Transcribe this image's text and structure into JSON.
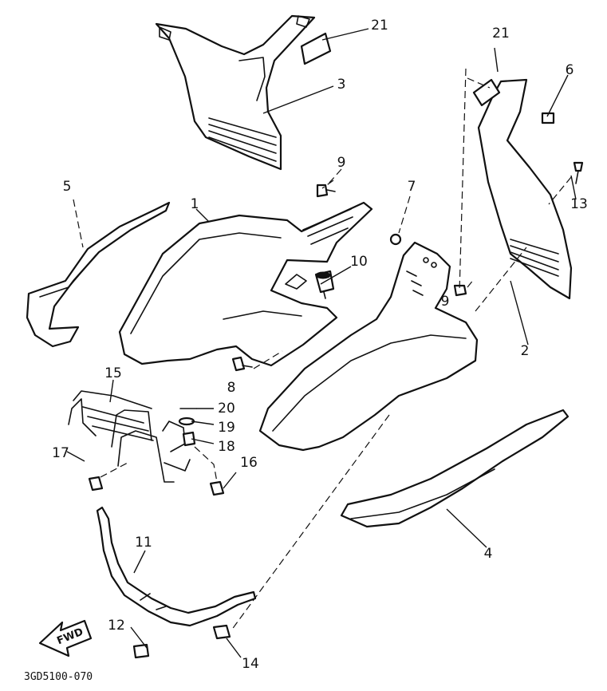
{
  "diagram": {
    "part_numbers": {
      "p1": "1",
      "p2": "2",
      "p3": "3",
      "p4": "4",
      "p5": "5",
      "p6": "6",
      "p7": "7",
      "p8": "8",
      "p9a": "9",
      "p9b": "9",
      "p10": "10",
      "p11": "11",
      "p12": "12",
      "p13": "13",
      "p14": "14",
      "p15": "15",
      "p16": "16",
      "p17": "17",
      "p18": "18",
      "p19": "19",
      "p20": "20",
      "p21a": "21",
      "p21b": "21"
    },
    "direction_label": "FWD",
    "drawing_code": "3GD5100-070"
  }
}
